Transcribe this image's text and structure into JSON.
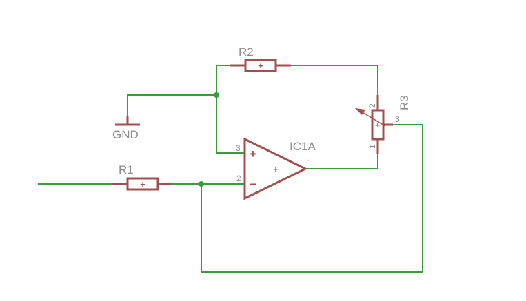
{
  "colors": {
    "wire": "#3c9a3c",
    "component": "#a05050",
    "label": "#8c8c8c",
    "background": "#ffffff"
  },
  "components": {
    "r1": {
      "name": "R1",
      "symbol": "+"
    },
    "r2": {
      "name": "R2",
      "symbol": "+"
    },
    "r3": {
      "name": "R3",
      "symbol": "+",
      "pins": {
        "p1": "1",
        "p2": "2",
        "p3": "3"
      }
    },
    "ic1a": {
      "name": "IC1A",
      "center_symbol": "+",
      "noninverting_symbol": "+",
      "inverting_symbol": "−",
      "pins": {
        "noninverting": "3",
        "inverting": "2",
        "output": "1"
      }
    },
    "gnd": {
      "name": "GND"
    }
  }
}
